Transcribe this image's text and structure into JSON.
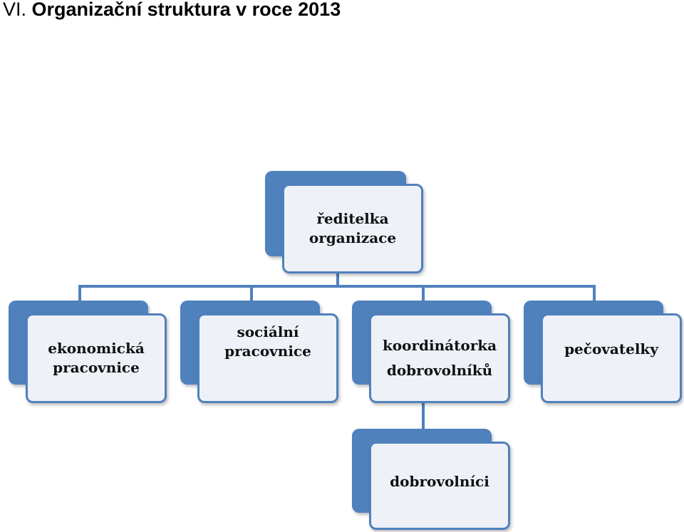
{
  "title": {
    "number": "VI.",
    "text": "Organizační struktura v roce 2013"
  },
  "colors": {
    "box_back": "#4f81bd",
    "box_front": "#eef2f8",
    "connector": "#4f81bd"
  },
  "org_chart": {
    "root": {
      "label": "ředitelka\norganizace",
      "children": [
        {
          "label": "ekonomická\npracovnice"
        },
        {
          "label": "sociální\npracovnice"
        },
        {
          "label": "koordinátorka\ndobrovolníků",
          "children": [
            {
              "label": "dobrovolníci"
            }
          ]
        },
        {
          "label": "pečovatelky"
        }
      ]
    }
  }
}
